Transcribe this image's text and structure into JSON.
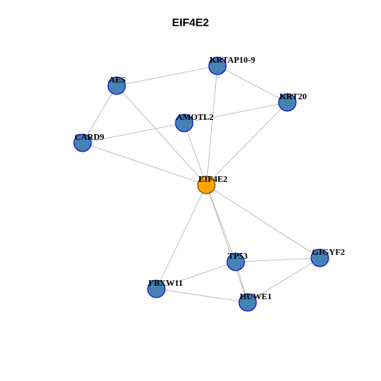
{
  "title": "EIF4E2",
  "colors": {
    "node": "#4682B4",
    "node_border": "#0000CD",
    "center": "#FFA500",
    "center_border": "#5a3a00",
    "edge": "#b3b3b3"
  },
  "nodes": [
    {
      "id": "EIF4E2",
      "label": "EIF4E2",
      "center": true
    },
    {
      "id": "AES",
      "label": "AES"
    },
    {
      "id": "KRTAP10-9",
      "label": "KRTAP10-9"
    },
    {
      "id": "KRT20",
      "label": "KRT20"
    },
    {
      "id": "AMOTL2",
      "label": "AMOTL2"
    },
    {
      "id": "CARD9",
      "label": "CARD9"
    },
    {
      "id": "TP53",
      "label": "TP53"
    },
    {
      "id": "GIGYF2",
      "label": "GIGYF2"
    },
    {
      "id": "FBXW11",
      "label": "FBXW11"
    },
    {
      "id": "HUWE1",
      "label": "HUWE1"
    }
  ],
  "edges": [
    [
      "AES",
      "KRTAP10-9"
    ],
    [
      "AES",
      "CARD9"
    ],
    [
      "AES",
      "EIF4E2"
    ],
    [
      "KRTAP10-9",
      "KRT20"
    ],
    [
      "KRTAP10-9",
      "EIF4E2"
    ],
    [
      "KRT20",
      "AMOTL2"
    ],
    [
      "KRT20",
      "EIF4E2"
    ],
    [
      "AMOTL2",
      "CARD9"
    ],
    [
      "AMOTL2",
      "EIF4E2"
    ],
    [
      "CARD9",
      "EIF4E2"
    ],
    [
      "EIF4E2",
      "TP53"
    ],
    [
      "EIF4E2",
      "GIGYF2"
    ],
    [
      "EIF4E2",
      "FBXW11"
    ],
    [
      "EIF4E2",
      "HUWE1"
    ],
    [
      "TP53",
      "GIGYF2"
    ],
    [
      "TP53",
      "FBXW11"
    ],
    [
      "TP53",
      "HUWE1"
    ],
    [
      "GIGYF2",
      "HUWE1"
    ],
    [
      "FBXW11",
      "HUWE1"
    ]
  ]
}
